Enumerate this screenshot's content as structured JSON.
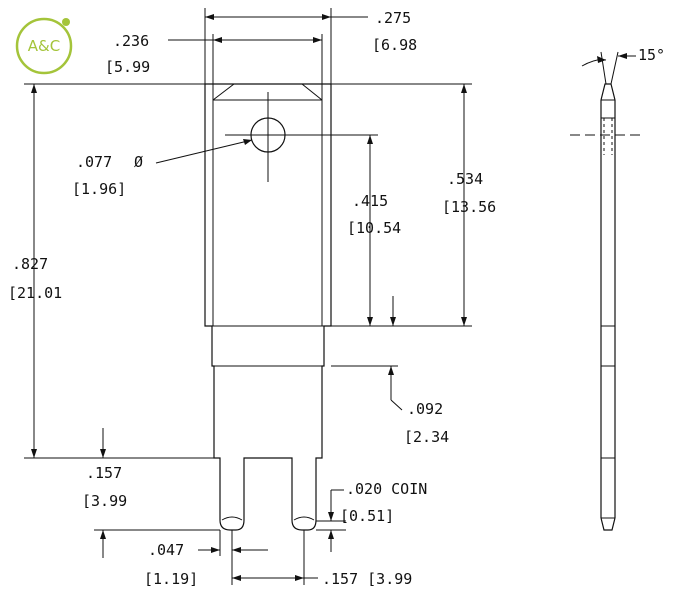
{
  "logo": {
    "text": "A&C",
    "color": "#a4c43a"
  },
  "dimensions": {
    "overall_width": {
      "inch": ".275",
      "mm": "[6.98"
    },
    "inner_width": {
      "inch": ".236",
      "mm": "[5.99"
    },
    "hole_dia": {
      "inch": ".077",
      "symbol": "Ø",
      "mm": "[1.96]"
    },
    "hole_to_shoulder": {
      "inch": ".415",
      "mm": "[10.54"
    },
    "top_to_shoulder": {
      "inch": ".534",
      "mm": "[13.56"
    },
    "overall_length": {
      "inch": ".827",
      "mm": "[21.01"
    },
    "shoulder_step": {
      "inch": ".092",
      "mm": "[2.34"
    },
    "tab_length": {
      "inch": ".157",
      "mm": "[3.99"
    },
    "coin": {
      "inch": ".020 COIN",
      "mm": "[0.51]"
    },
    "tip_radius": {
      "inch": ".047",
      "mm": "[1.19]"
    },
    "tab_spacing": {
      "inch": ".157 [3.99"
    }
  },
  "side_view": {
    "angle": "15°"
  }
}
